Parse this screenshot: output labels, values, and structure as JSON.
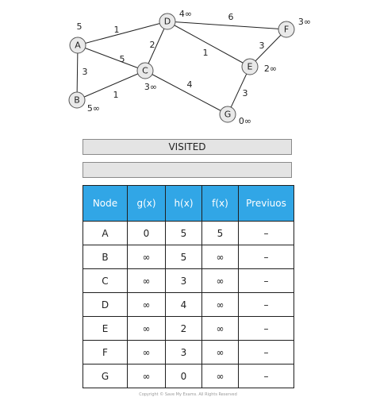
{
  "graph": {
    "nodes": [
      {
        "id": "A",
        "label": "A",
        "h": "5"
      },
      {
        "id": "B",
        "label": "B",
        "h": "5∞"
      },
      {
        "id": "C",
        "label": "C",
        "h": "3∞"
      },
      {
        "id": "D",
        "label": "D",
        "h": "4∞"
      },
      {
        "id": "E",
        "label": "E",
        "h": "2∞"
      },
      {
        "id": "F",
        "label": "F",
        "h": "3∞"
      },
      {
        "id": "G",
        "label": "G",
        "h": "0∞"
      }
    ],
    "edges": [
      {
        "from": "A",
        "to": "D",
        "weight": "1"
      },
      {
        "from": "A",
        "to": "C",
        "weight": "5"
      },
      {
        "from": "A",
        "to": "B",
        "weight": "3"
      },
      {
        "from": "B",
        "to": "C",
        "weight": "1"
      },
      {
        "from": "C",
        "to": "D",
        "weight": "2"
      },
      {
        "from": "C",
        "to": "G",
        "weight": "4"
      },
      {
        "from": "D",
        "to": "F",
        "weight": "6"
      },
      {
        "from": "D",
        "to": "E",
        "weight": "1"
      },
      {
        "from": "E",
        "to": "F",
        "weight": "3"
      },
      {
        "from": "E",
        "to": "G",
        "weight": "3"
      }
    ]
  },
  "visited_label": "VISITED",
  "empty_bar_text": "",
  "table": {
    "headers": [
      "Node",
      "g(x)",
      "h(x)",
      "f(x)",
      "Previuos"
    ],
    "rows": [
      [
        "A",
        "0",
        "5",
        "5",
        "–"
      ],
      [
        "B",
        "∞",
        "5",
        "∞",
        "–"
      ],
      [
        "C",
        "∞",
        "3",
        "∞",
        "–"
      ],
      [
        "D",
        "∞",
        "4",
        "∞",
        "–"
      ],
      [
        "E",
        "∞",
        "2",
        "∞",
        "–"
      ],
      [
        "F",
        "∞",
        "3",
        "∞",
        "–"
      ],
      [
        "G",
        "∞",
        "0",
        "∞",
        "–"
      ]
    ]
  },
  "copyright": "Copyright © Save My Exams. All Rights Reserved"
}
